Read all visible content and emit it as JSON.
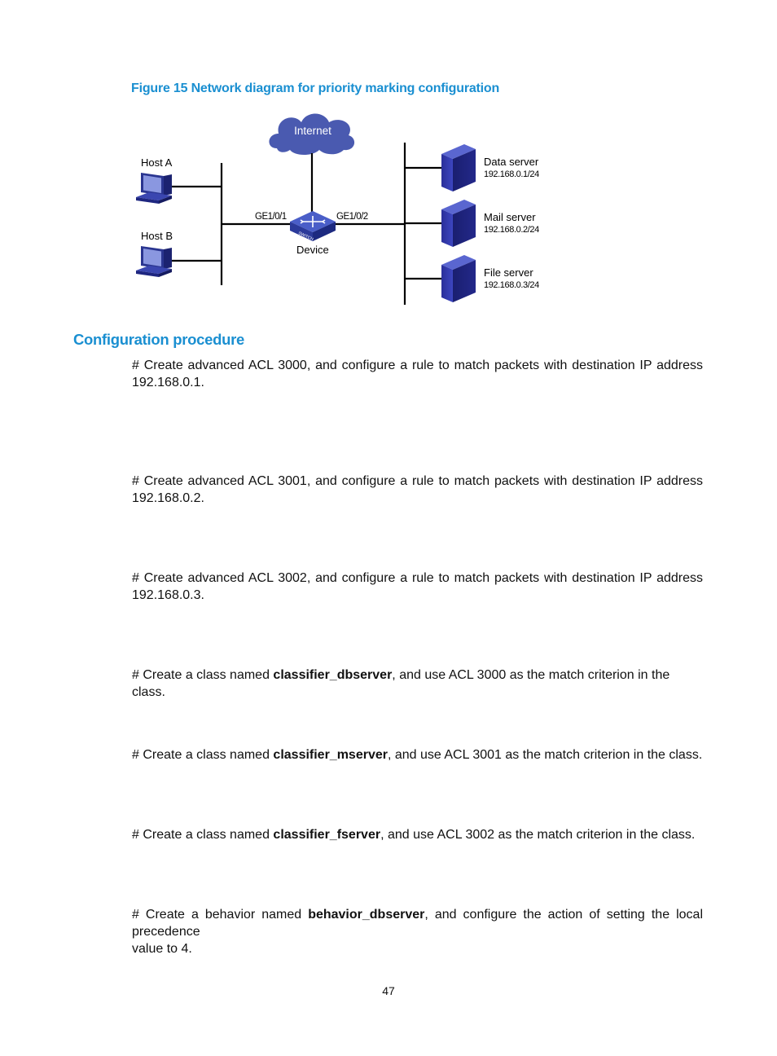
{
  "figure": {
    "caption": "Figure 15 Network diagram for priority marking configuration",
    "labels": {
      "internet": "Internet",
      "host_a": "Host A",
      "host_b": "Host B",
      "port1": "GE1/0/1",
      "port2": "GE1/0/2",
      "device": "Device",
      "switch_badge": "SWITCH",
      "data_server": "Data server",
      "data_server_ip": "192.168.0.1/24",
      "mail_server": "Mail server",
      "mail_server_ip": "192.168.0.2/24",
      "file_server": "File server",
      "file_server_ip": "192.168.0.3/24"
    },
    "colors": {
      "cloud": "#4a5ab0",
      "device_blue": "#3a4fb8",
      "caption": "#1a8fd1"
    }
  },
  "section": {
    "heading": "Configuration procedure"
  },
  "paragraphs": {
    "p1_line1": "# Create advanced ACL 3000, and configure a rule to match packets with destination IP address",
    "p1_line2": "192.168.0.1.",
    "p2_line1": "# Create advanced ACL 3001, and configure a rule to match packets with destination IP address",
    "p2_line2": "192.168.0.2.",
    "p3_line1": "# Create advanced ACL 3002, and configure a rule to match packets with destination IP address",
    "p3_line2": "192.168.0.3.",
    "p4_pre": "# Create a class named ",
    "p4_bold": "classifier_dbserver",
    "p4_post": ", and use ACL 3000 as the match criterion in the class.",
    "p5_pre": "# Create a class named ",
    "p5_bold": "classifier_mserver",
    "p5_post": ", and use ACL 3001 as the match criterion in the class.",
    "p6_pre": "# Create a class named ",
    "p6_bold": "classifier_fserver",
    "p6_post": ", and use ACL 3002 as the match criterion in the class.",
    "p7_line1_pre": "# Create a behavior named ",
    "p7_line1_bold": "behavior_dbserver",
    "p7_line1_post": ", and configure the action of setting the local precedence",
    "p7_line2": "value to 4."
  },
  "page_number": "47"
}
